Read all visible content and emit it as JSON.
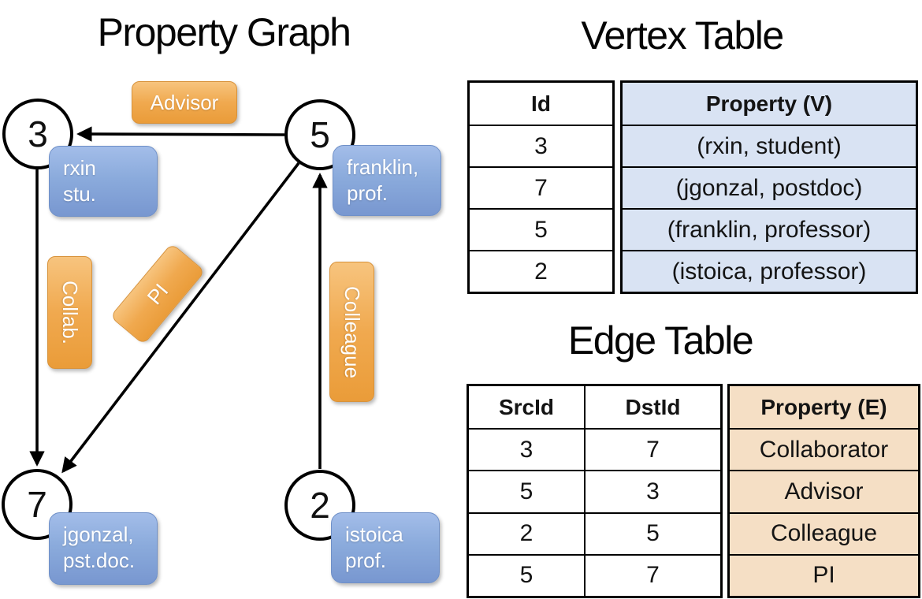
{
  "titles": {
    "graph": "Property Graph",
    "vertex_table": "Vertex Table",
    "edge_table": "Edge Table"
  },
  "graph": {
    "vertices": [
      {
        "id": "3",
        "line1": "rxin",
        "line2": "stu."
      },
      {
        "id": "5",
        "line1": "franklin,",
        "line2": "prof."
      },
      {
        "id": "7",
        "line1": "jgonzal,",
        "line2": "pst.doc."
      },
      {
        "id": "2",
        "line1": "istoica",
        "line2": "prof."
      }
    ],
    "edges": [
      {
        "src": "5",
        "dst": "3",
        "label": "Advisor"
      },
      {
        "src": "3",
        "dst": "7",
        "label": "Collab."
      },
      {
        "src": "5",
        "dst": "7",
        "label": "PI"
      },
      {
        "src": "2",
        "dst": "5",
        "label": "Colleague"
      }
    ]
  },
  "vertex_table": {
    "columns": [
      "Id",
      "Property (V)"
    ],
    "rows": [
      {
        "id": "3",
        "property": "(rxin, student)"
      },
      {
        "id": "7",
        "property": "(jgonzal, postdoc)"
      },
      {
        "id": "5",
        "property": "(franklin, professor)"
      },
      {
        "id": "2",
        "property": "(istoica, professor)"
      }
    ]
  },
  "edge_table": {
    "columns": [
      "SrcId",
      "DstId",
      "Property (E)"
    ],
    "rows": [
      {
        "src": "3",
        "dst": "7",
        "property": "Collaborator"
      },
      {
        "src": "5",
        "dst": "3",
        "property": "Advisor"
      },
      {
        "src": "2",
        "dst": "5",
        "property": "Colleague"
      },
      {
        "src": "5",
        "dst": "7",
        "property": "PI"
      }
    ]
  },
  "colors": {
    "edge_label_fill": "#f0a94f",
    "vertex_label_fill": "#8babdc",
    "vertex_property_fill": "#d9e3f3",
    "edge_property_fill": "#f5dfc5",
    "line_color": "#000000"
  }
}
